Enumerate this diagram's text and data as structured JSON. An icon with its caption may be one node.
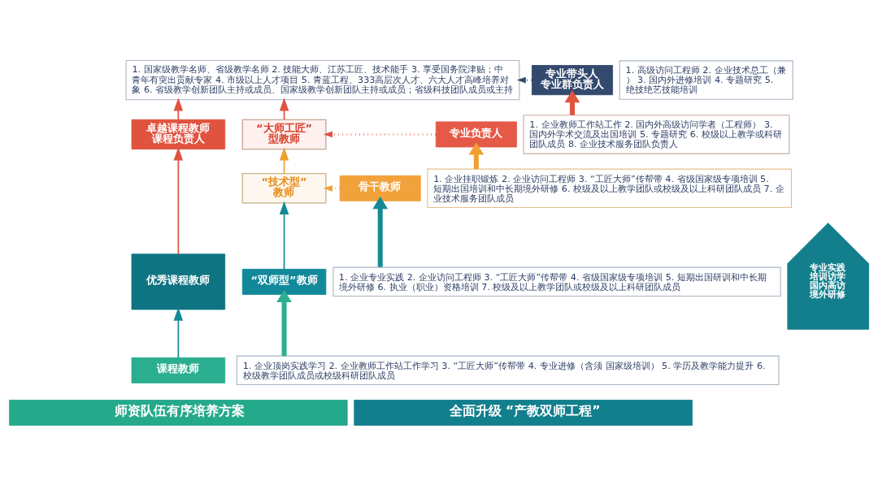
{
  "diagram": {
    "nodes": [
      {
        "text": [
          "1. 国家级教学名师、省级教学名师 2. 技能大师、江苏工匠、技术能手 3. 享受国务院津贴；中青年有突出贡献专家 4. 市级以上人才项目 5. 青蓝工程、333高层次人才、六大人才高峰培养对象 6. 省级教学创新团队主持或成员、国家级教学创新团队主持或成员；省级科技团队成员或主持"
        ]
      },
      {
        "text": [
          "专业带头人",
          "专业群负责人"
        ]
      },
      {
        "text": [
          "1. 高级访问工程师 2. 企业技术总工（兼） 3. 国内外进修培训 4. 专题研究 5. 绝技绝艺技能培训"
        ]
      },
      {
        "text": [
          "卓越课程教师",
          "课程负责人"
        ]
      },
      {
        "text": [
          "“大师工匠”型教师"
        ]
      },
      {
        "text": [
          "专业负责人"
        ]
      },
      {
        "text": [
          "1. 企业教师工作站工作 2. 国内外高级访问学者（工程师） 3. 国内外学术交流及出国培训 5. 专题研究 6. 校级以上教学或科研团队成员 8. 企业技术服务团队负责人"
        ]
      },
      {
        "text": [
          "优秀课程教师"
        ]
      },
      {
        "text": [
          "“技术型”教师"
        ]
      },
      {
        "text": [
          "骨干教师"
        ]
      },
      {
        "text": [
          "1. 企业挂职锻炼 2. 企业访问工程师 3. “工匠大师”传帮带 4. 省级国家级专项培训 5. 短期出国培训和中长期境外研修 6. 校级及以上教学团队或校级及以上科研团队成员 7. 企业技术服务团队成员"
        ]
      },
      {
        "text": [
          "“双师型”教师"
        ]
      },
      {
        "text": [
          "1. 企业专业实践 2. 企业访问工程师 3. “工匠大师”传帮带 4. 省级国家级专项培训 5. 短期出国研训和中长期境外研修 6. 执业（职业）资格培训 7. 校级及以上教学团队或校级及以上科研团队成员"
        ]
      },
      {
        "text": [
          "课程教师"
        ]
      },
      {
        "text": [
          "1. 企业顶岗实践学习 2. 企业教师工作站工作学习 3. “工匠大师”传帮带 4. 专业进修（含须 国家级培训） 5. 学历及教学能力提升 6. 校级教学团队成员或校级科研团队成员"
        ]
      },
      {
        "text": [
          "师资队伍有序培养方案"
        ]
      },
      {
        "text": [
          "全面升级 “产教双师工程”"
        ]
      },
      {
        "text": [
          "专业实践",
          "培训访学",
          "国内高访",
          "境外研修"
        ]
      }
    ],
    "edges": [
      {
        "from": 1,
        "to": 0,
        "arrow": "to",
        "style": "dashed",
        "color": "#34496e"
      },
      {
        "from": 3,
        "to": 0,
        "arrow": "to"
      },
      {
        "from": 4,
        "to": 0,
        "arrow": "to"
      },
      {
        "from": 6,
        "to": 1,
        "arrow": "to",
        "style": "thick"
      },
      {
        "from": 5,
        "to": 4,
        "arrow": "to",
        "style": "dashed"
      },
      {
        "from": 7,
        "to": 3,
        "arrow": "to"
      },
      {
        "from": 8,
        "to": 4,
        "arrow": "to",
        "color": "#f0a030"
      },
      {
        "from": 10,
        "to": 5,
        "arrow": "to",
        "style": "thick",
        "color": "#f0a030"
      },
      {
        "from": 9,
        "to": 8,
        "arrow": "to",
        "style": "dashed",
        "color": "#f0a030"
      },
      {
        "from": 11,
        "to": 8,
        "arrow": "to",
        "color": "#158a95"
      },
      {
        "from": 12,
        "to": 9,
        "arrow": "to",
        "style": "thick",
        "color": "#158a95"
      },
      {
        "from": 13,
        "to": 7,
        "arrow": "to",
        "color": "#158a95"
      },
      {
        "from": 14,
        "to": 11,
        "arrow": "to",
        "style": "thick",
        "color": "#2bb08f"
      }
    ]
  }
}
